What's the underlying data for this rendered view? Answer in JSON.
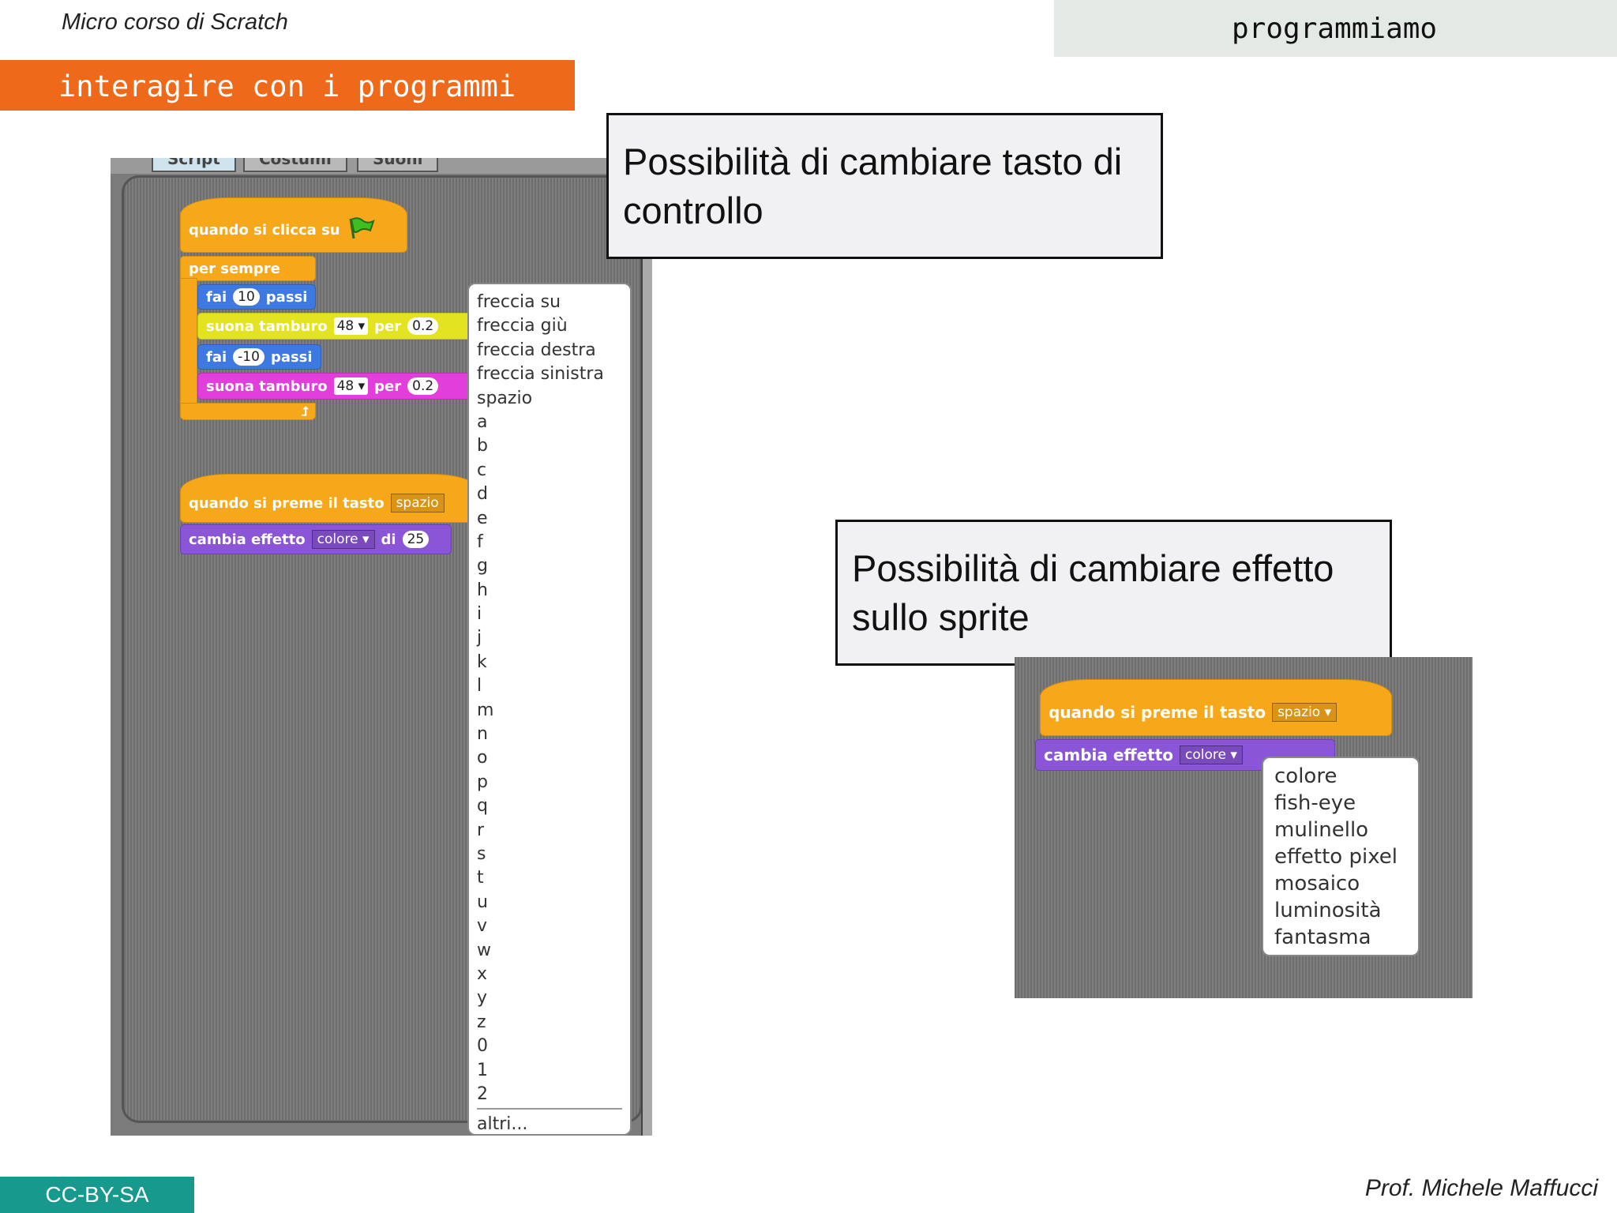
{
  "header": {
    "course_title": "Micro corso di Scratch",
    "section_title": "programmiamo",
    "subtitle": "interagire con i programmi"
  },
  "scratch_editor": {
    "tabs": [
      {
        "label": "Script",
        "active": true
      },
      {
        "label": "Costumi",
        "active": false
      },
      {
        "label": "Suoni",
        "active": false
      }
    ],
    "script1": {
      "hat_label": "quando si clicca su",
      "hat_icon": "green-flag-icon",
      "forever_label": "per sempre",
      "move1": {
        "label_a": "fai",
        "value": "10",
        "label_b": "passi"
      },
      "drum1": {
        "label_a": "suona tamburo",
        "drum": "48",
        "label_b": "per",
        "beats": "0.2"
      },
      "move2": {
        "label_a": "fai",
        "value": "-10",
        "label_b": "passi"
      },
      "drum2": {
        "label_a": "suona tamburo",
        "drum": "48",
        "label_b": "per",
        "beats": "0.2"
      }
    },
    "script2": {
      "hat_label": "quando si preme il tasto",
      "key_value": "spazio",
      "effect_label": "cambia effetto",
      "effect_value": "colore",
      "effect_by": "di",
      "effect_amount": "25"
    },
    "key_menu": {
      "items": [
        "freccia su",
        "freccia giù",
        "freccia destra",
        "freccia sinistra",
        "spazio",
        "a",
        "b",
        "c",
        "d",
        "e",
        "f",
        "g",
        "h",
        "i",
        "j",
        "k",
        "l",
        "m",
        "n",
        "o",
        "p",
        "q",
        "r",
        "s",
        "t",
        "u",
        "v",
        "w",
        "x",
        "y",
        "z",
        "0",
        "1",
        "2"
      ],
      "more": "altri..."
    }
  },
  "callouts": {
    "key": "Possibilità di cambiare tasto di controllo",
    "effect": "Possibilità di cambiare effetto sullo sprite"
  },
  "scratch_effect": {
    "hat_label": "quando si preme il tasto",
    "key_value": "spazio",
    "effect_label": "cambia effetto",
    "effect_value": "colore",
    "effect_menu": [
      "colore",
      "fish-eye",
      "mulinello",
      "effetto pixel",
      "mosaico",
      "luminosità",
      "fantasma"
    ]
  },
  "footer": {
    "license": "CC-BY-SA",
    "author": "Prof. Michele Maffucci"
  },
  "colors": {
    "accent_orange": "#ee6a1a",
    "header_box": "#e3e9e5",
    "license_teal": "#17998e",
    "control_block": "#f7a81a",
    "motion_block": "#3d79e0",
    "sound_block_yellow": "#e3e321",
    "sound_block_pink": "#e23edc",
    "looks_block": "#8a55d7"
  }
}
